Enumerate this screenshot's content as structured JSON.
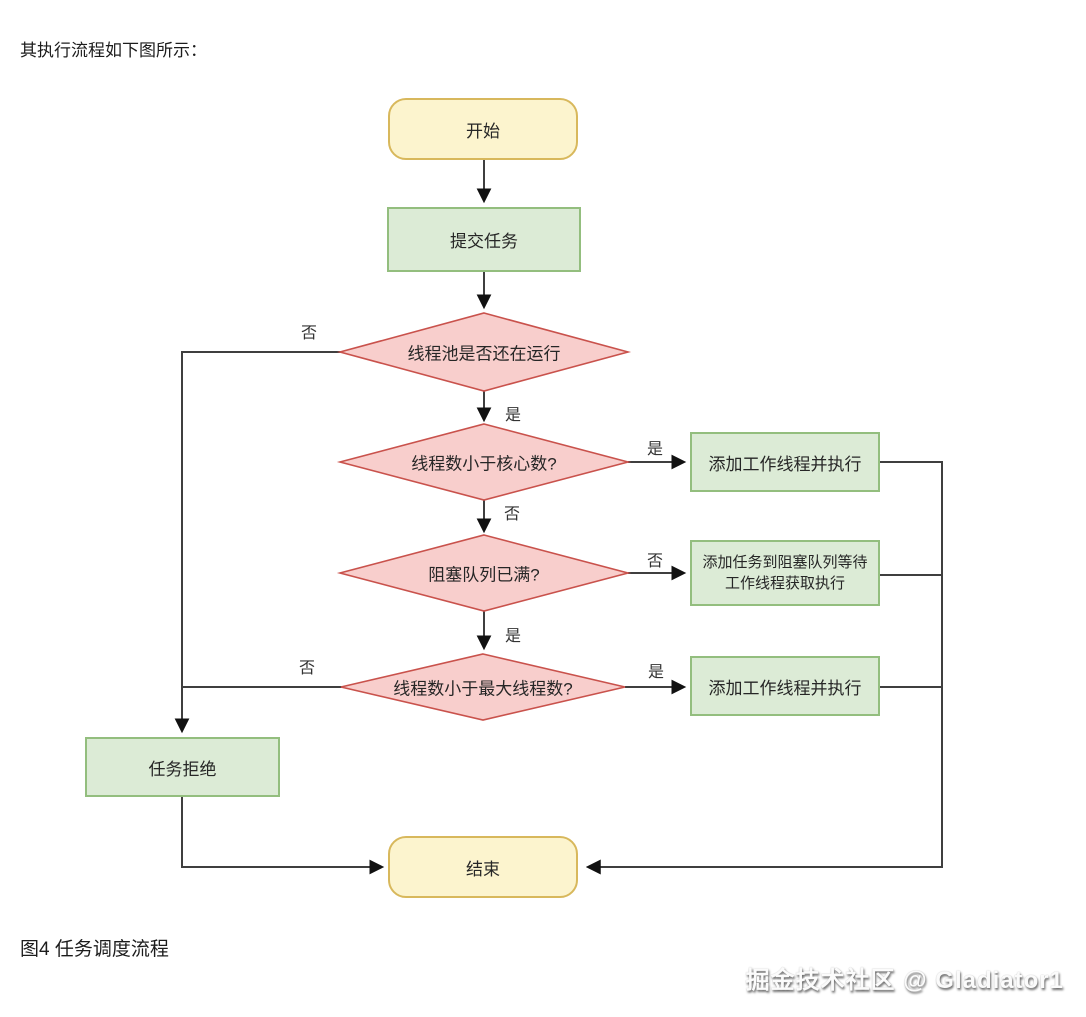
{
  "page": {
    "intro_text": "其执行流程如下图所示：",
    "caption": "图4 任务调度流程",
    "watermark": "掘金技术社区 @ Gladiator1"
  },
  "colors": {
    "terminal_fill": "#FCF4CE",
    "terminal_border": "#D8B85C",
    "process_fill": "#DCEBD6",
    "process_border": "#93BE7E",
    "decision_fill": "#F8CECC",
    "decision_border": "#C9524C",
    "connector_line": "#3F3F3F",
    "arrowhead": "#111111",
    "background": "#FFFFFF"
  },
  "flowchart": {
    "nodes": {
      "start": {
        "type": "terminal",
        "label": "开始"
      },
      "submit": {
        "type": "process",
        "label": "提交任务"
      },
      "pool_running": {
        "type": "decision",
        "label": "线程池是否还在运行"
      },
      "lt_core": {
        "type": "decision",
        "label": "线程数小于核心数?"
      },
      "queue_full": {
        "type": "decision",
        "label": "阻塞队列已满?"
      },
      "lt_max": {
        "type": "decision",
        "label": "线程数小于最大线程数?"
      },
      "add_worker_1": {
        "type": "process",
        "label": "添加工作线程并执行"
      },
      "enqueue": {
        "type": "process",
        "label": "添加任务到阻塞队列等待工作线程获取执行"
      },
      "add_worker_2": {
        "type": "process",
        "label": "添加工作线程并执行"
      },
      "reject": {
        "type": "process",
        "label": "任务拒绝"
      },
      "end": {
        "type": "terminal",
        "label": "结束"
      }
    },
    "edge_labels": {
      "pool_no": "否",
      "pool_yes": "是",
      "core_yes": "是",
      "core_no": "否",
      "queue_no": "否",
      "queue_yes": "是",
      "max_yes": "是",
      "max_no": "否"
    }
  }
}
